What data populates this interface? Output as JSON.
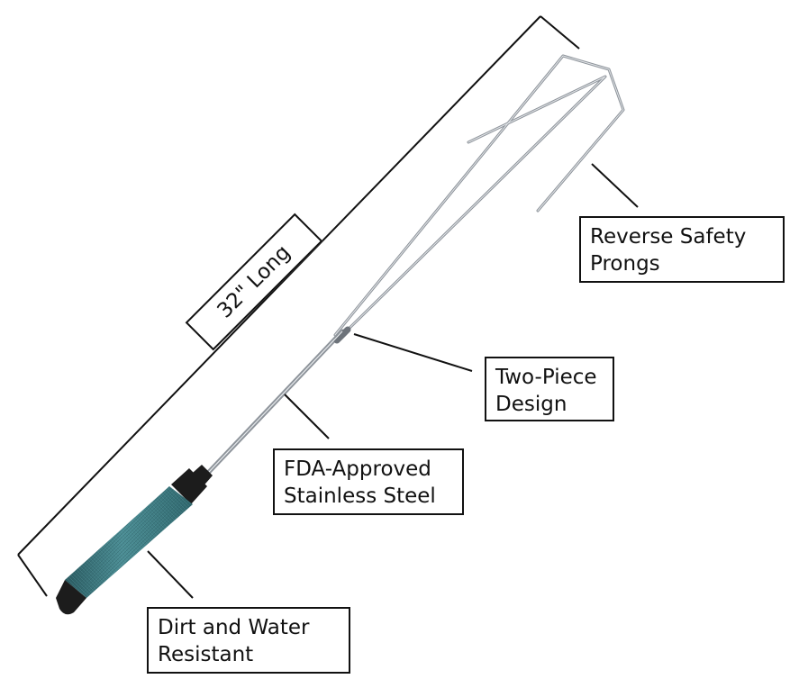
{
  "dimension": {
    "length_label": "32\" Long"
  },
  "callouts": {
    "prongs": {
      "line1": "Reverse Safety",
      "line2": "Prongs"
    },
    "two_piece": {
      "line1": "Two-Piece",
      "line2": "Design"
    },
    "steel": {
      "line1": "FDA-Approved",
      "line2": "Stainless Steel"
    },
    "resistant": {
      "line1": "Dirt and Water",
      "line2": "Resistant"
    }
  },
  "colors": {
    "handle": "#3f7d84",
    "handle_dark": "#2a5a60",
    "cap": "#1c1c1c",
    "steel": "#9aa0a6",
    "steel_light": "#d6d9dc",
    "ink": "#111111"
  }
}
